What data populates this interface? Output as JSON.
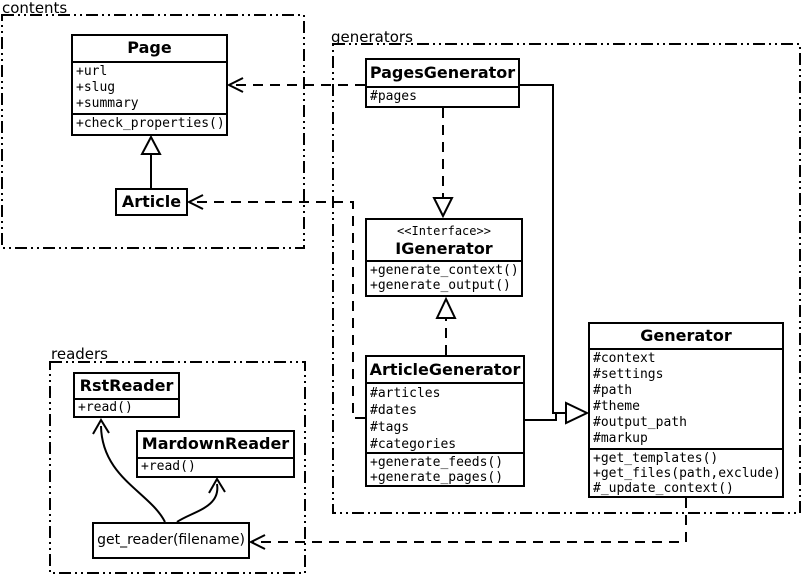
{
  "packages": {
    "contents": {
      "label": "contents"
    },
    "generators": {
      "label": "generators"
    },
    "readers": {
      "label": "readers"
    }
  },
  "classes": {
    "page": {
      "name": "Page",
      "attributes": [
        "+url",
        "+slug",
        "+summary"
      ],
      "methods": [
        "+check_properties()"
      ]
    },
    "article": {
      "name": "Article"
    },
    "pages_generator": {
      "name": "PagesGenerator",
      "attributes": [
        "#pages"
      ]
    },
    "igenerator": {
      "stereotype": "<<Interface>>",
      "name": "IGenerator",
      "methods": [
        "+generate_context()",
        "+generate_output()"
      ]
    },
    "article_generator": {
      "name": "ArticleGenerator",
      "attributes": [
        "#articles",
        "#dates",
        "#tags",
        "#categories"
      ],
      "methods": [
        "+generate_feeds()",
        "+generate_pages()"
      ]
    },
    "generator": {
      "name": "Generator",
      "attributes": [
        "#context",
        "#settings",
        "#path",
        "#theme",
        "#output_path",
        "#markup"
      ],
      "methods": [
        "+get_templates()",
        "+get_files(path,exclude)",
        "#_update_context()"
      ]
    },
    "rst_reader": {
      "name": "RstReader",
      "methods": [
        "+read()"
      ]
    },
    "mardown_reader": {
      "name": "MardownReader",
      "methods": [
        "+read()"
      ]
    },
    "get_reader": {
      "name": "get_reader(filename)"
    }
  },
  "relationships": [
    {
      "from": "Article",
      "to": "Page",
      "type": "inheritance",
      "style": "solid"
    },
    {
      "from": "PagesGenerator",
      "to": "Page",
      "type": "dependency",
      "style": "dashed"
    },
    {
      "from": "ArticleGenerator",
      "to": "Article",
      "type": "dependency",
      "style": "dashed"
    },
    {
      "from": "PagesGenerator",
      "to": "IGenerator",
      "type": "realization",
      "style": "dashed"
    },
    {
      "from": "ArticleGenerator",
      "to": "IGenerator",
      "type": "realization",
      "style": "dashed"
    },
    {
      "from": "PagesGenerator",
      "to": "Generator",
      "type": "inheritance",
      "style": "solid"
    },
    {
      "from": "ArticleGenerator",
      "to": "Generator",
      "type": "inheritance",
      "style": "solid"
    },
    {
      "from": "Generator",
      "to": "get_reader(filename)",
      "type": "dependency",
      "style": "dashed"
    },
    {
      "from": "get_reader(filename)",
      "to": "RstReader",
      "type": "arrow",
      "style": "solid-curved"
    },
    {
      "from": "get_reader(filename)",
      "to": "MardownReader",
      "type": "arrow",
      "style": "solid-curved"
    }
  ],
  "colors": {
    "line": "#000000",
    "background": "#ffffff"
  }
}
